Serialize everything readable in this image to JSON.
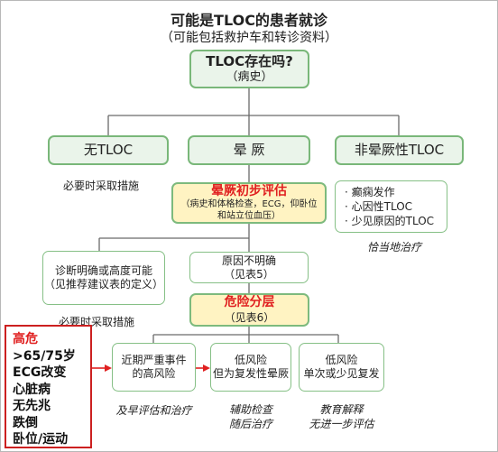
{
  "title": "可能是TLOC的患者就诊",
  "subtitle": "（可能包括救护车和转诊资料）",
  "top_box": {
    "line1": "TLOC存在吗?",
    "line2": "（病史）"
  },
  "branches": {
    "left": "无TLOC",
    "middle": "晕  厥",
    "right": "非晕厥性TLOC"
  },
  "left_note": "必要时采取措施",
  "initial_eval": {
    "title": "晕厥初步评估",
    "line1": "（病史和体格检查，ECG，仰卧位",
    "line2": "和站立位血压）"
  },
  "non_syncope_items": [
    "· 癫痫发作",
    "· 心因性TLOC",
    "· 少见原因的TLOC"
  ],
  "non_syncope_note": "恰当地治疗",
  "diagnosis_box": {
    "line1": "诊断明确或高度可能",
    "line2": "（见推荐建议表的定义）"
  },
  "diagnosis_note": "必要时采取措施",
  "unknown_box": {
    "line1": "原因不明确",
    "line2": "（见表5）"
  },
  "risk_strat": {
    "title": "危险分层",
    "line1": "（见表6）"
  },
  "outcomes": [
    {
      "line1": "近期严重事件",
      "line2": "的高风险",
      "note1": "及早评估和治疗",
      "note2": ""
    },
    {
      "line1": "低风险",
      "line2": "但为复发性晕厥",
      "note1": "辅助检查",
      "note2": "随后治疗"
    },
    {
      "line1": "低风险",
      "line2": "单次或少见复发",
      "note1": "教育解释",
      "note2": "无进一步评估"
    }
  ],
  "high_risk": {
    "title": "高危",
    "items": [
      ">65/75岁",
      "ECG改变",
      "心脏病",
      "无先兆",
      "跌倒",
      "卧位/运动"
    ]
  },
  "colors": {
    "accent_red": "#e02020",
    "box_border": "#79b779",
    "highlight_fill": "#fff3c2",
    "top_fill": "#eaf4ea"
  }
}
